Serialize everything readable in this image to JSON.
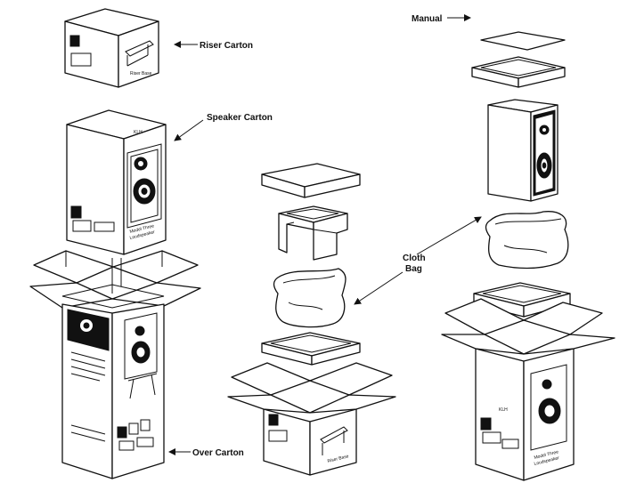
{
  "labels": {
    "riser_carton": "Riser Carton",
    "speaker_carton": "Speaker Carton",
    "over_carton": "Over Carton",
    "cloth_bag_line1": "Cloth",
    "cloth_bag_line2": "Bag",
    "manual": "Manual"
  },
  "carton_print": {
    "riser_base": "Riser Base",
    "model_line1": "Model Three",
    "model_line2": "Loudspeaker",
    "brand": "KLH"
  }
}
